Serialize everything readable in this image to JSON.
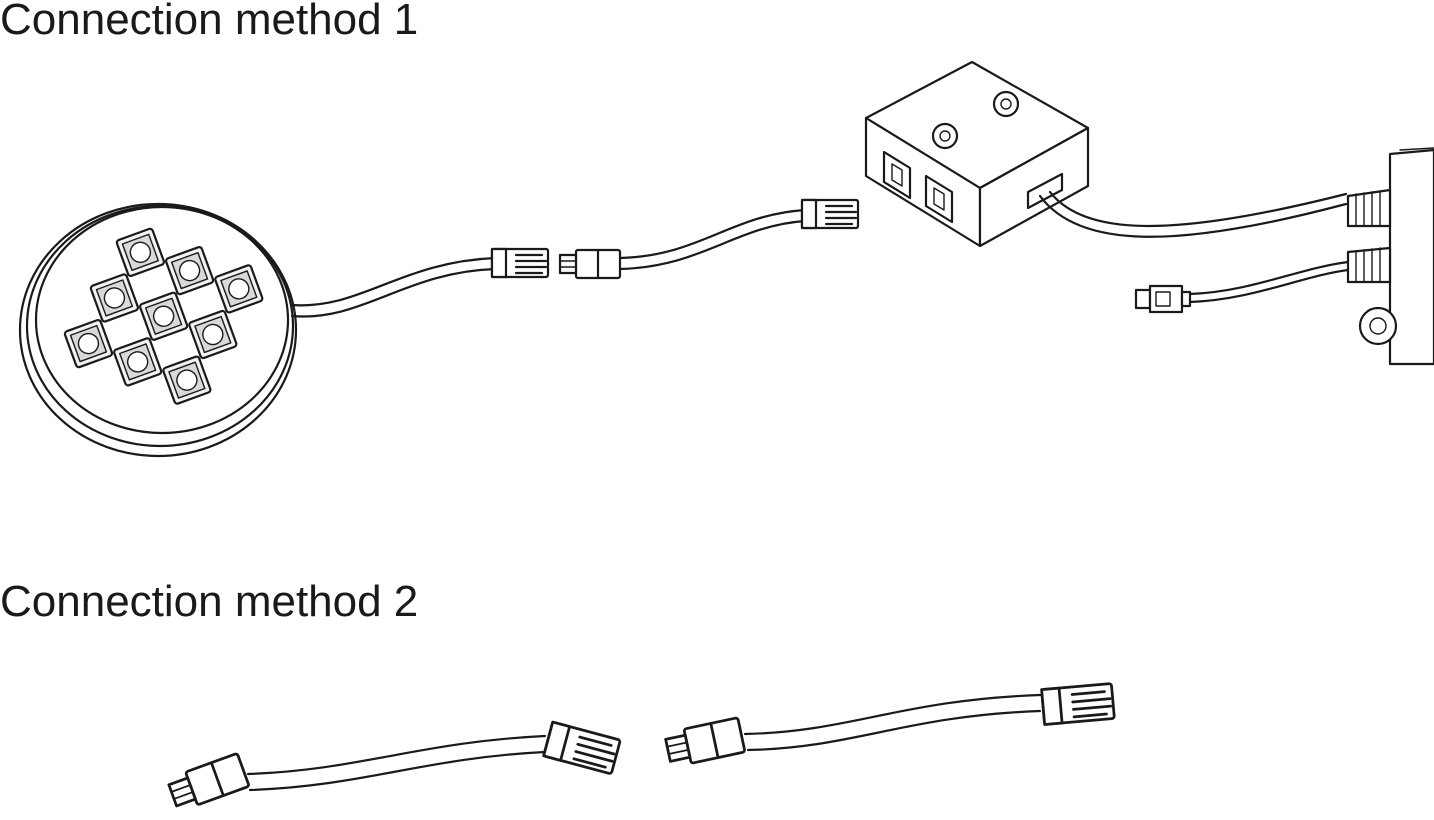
{
  "sections": [
    {
      "title": "Connection method 1"
    },
    {
      "title": "Connection method 2"
    }
  ],
  "parts": {
    "puck_light": {
      "icon": "round-led-puck-light-icon",
      "led_count": 9
    },
    "splitter": {
      "icon": "two-port-junction-box-icon",
      "ports": 2
    },
    "driver": {
      "icon": "led-driver-power-supply-icon"
    }
  },
  "colors": {
    "line": "#1a1a1a",
    "background": "#ffffff"
  }
}
